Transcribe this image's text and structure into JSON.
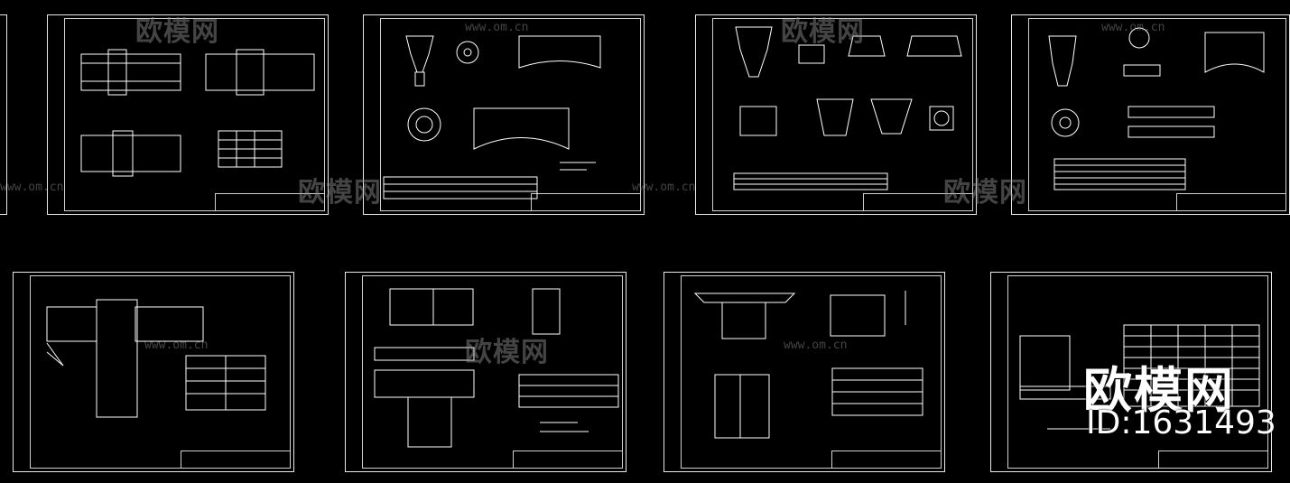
{
  "watermark": {
    "text": "欧模网",
    "url": "www.om.cn"
  },
  "brand": {
    "name": "欧模网",
    "id": "ID:1631493"
  },
  "sheets": [
    {
      "id": "sheet-1"
    },
    {
      "id": "sheet-2"
    },
    {
      "id": "sheet-3"
    },
    {
      "id": "sheet-4"
    },
    {
      "id": "sheet-5"
    },
    {
      "id": "sheet-6"
    },
    {
      "id": "sheet-7"
    },
    {
      "id": "sheet-8"
    }
  ],
  "colors": {
    "background": "#000000",
    "linework": "#ffffff",
    "watermark": "#969696"
  }
}
